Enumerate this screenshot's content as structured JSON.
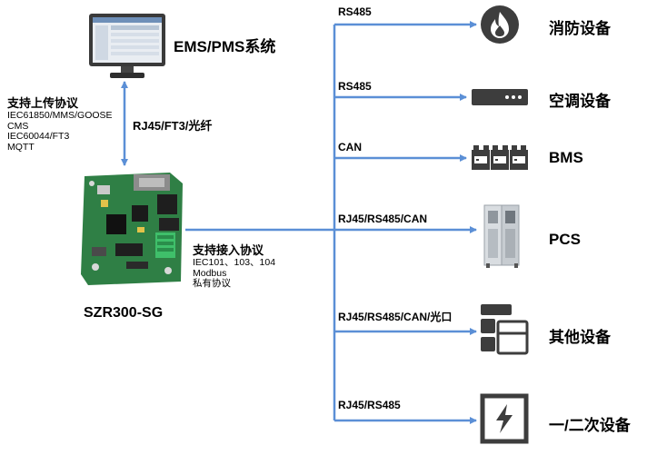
{
  "ems": {
    "title": "EMS/PMS系统",
    "icon": "monitor-icon"
  },
  "board": {
    "title": "SZR300-SG",
    "icon": "circuit-board-icon"
  },
  "uplink": {
    "link_label": "RJ45/FT3/光纤",
    "heading": "支持上传协议",
    "protocols": [
      "IEC61850/MMS/GOOSE",
      "CMS",
      "IEC60044/FT3",
      "MQTT"
    ]
  },
  "downlink": {
    "heading": "支持接入协议",
    "protocols": [
      "IEC101、103、104",
      "Modbus",
      "私有协议"
    ]
  },
  "devices": [
    {
      "name": "消防设备",
      "link": "RS485",
      "icon": "fire-icon"
    },
    {
      "name": "空调设备",
      "link": "RS485",
      "icon": "air-conditioner-icon"
    },
    {
      "name": "BMS",
      "link": "CAN",
      "icon": "battery-pack-icon"
    },
    {
      "name": "PCS",
      "link": "RJ45/RS485/CAN",
      "icon": "pcs-cabinet-icon"
    },
    {
      "name": "其他设备",
      "link": "RJ45/RS485/CAN/光口",
      "icon": "stacked-devices-icon"
    },
    {
      "name": "一/二次设备",
      "link": "RJ45/RS485",
      "icon": "lightning-icon"
    }
  ],
  "colors": {
    "wire": "#5b8fd6",
    "icon": "#3d3d3d",
    "board": "#2f7f45"
  }
}
